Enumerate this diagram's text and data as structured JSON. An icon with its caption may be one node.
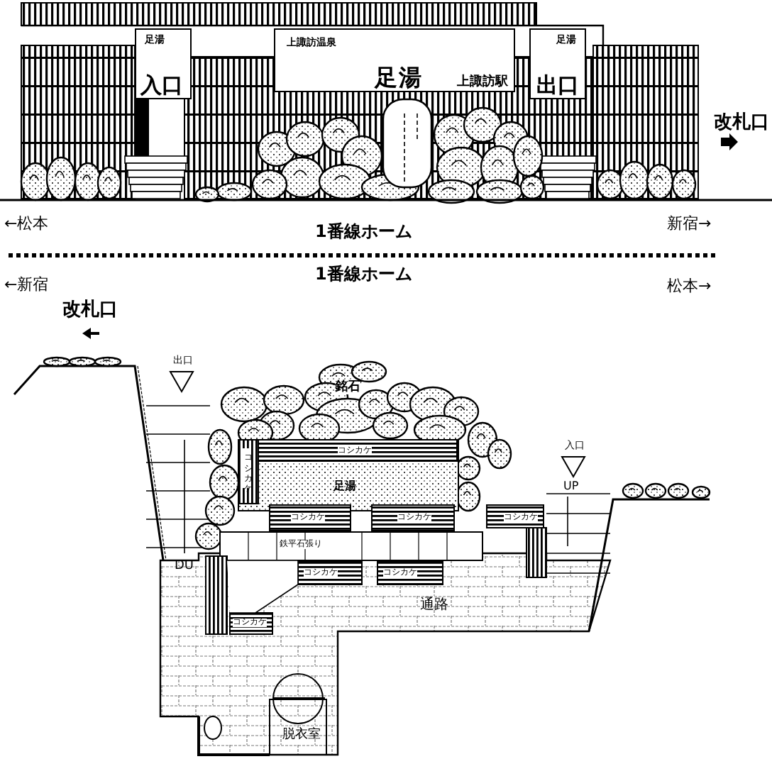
{
  "diagram": {
    "nodes": [
      {
        "text": [
          "足湯",
          "入口"
        ]
      },
      {
        "text": [
          "上諏訪温泉",
          "足湯",
          "上諏訪駅"
        ]
      },
      {
        "text": [
          "足湯",
          "出口"
        ]
      }
    ],
    "labels": [
      "改札口",
      "←松本",
      "新宿→",
      "1番線ホーム",
      "1番線ホーム",
      "←新宿",
      "松本→",
      "改札口",
      "出口",
      "銘石",
      "入口",
      "コシカケ",
      "コシカケ",
      "足湯",
      "UP",
      "コシカケ",
      "コシカケ",
      "コシカケ",
      "鉄平石張り",
      "DU",
      "コシカケ",
      "コシカケ",
      "コシカケ",
      "通路",
      "脱衣室"
    ]
  }
}
